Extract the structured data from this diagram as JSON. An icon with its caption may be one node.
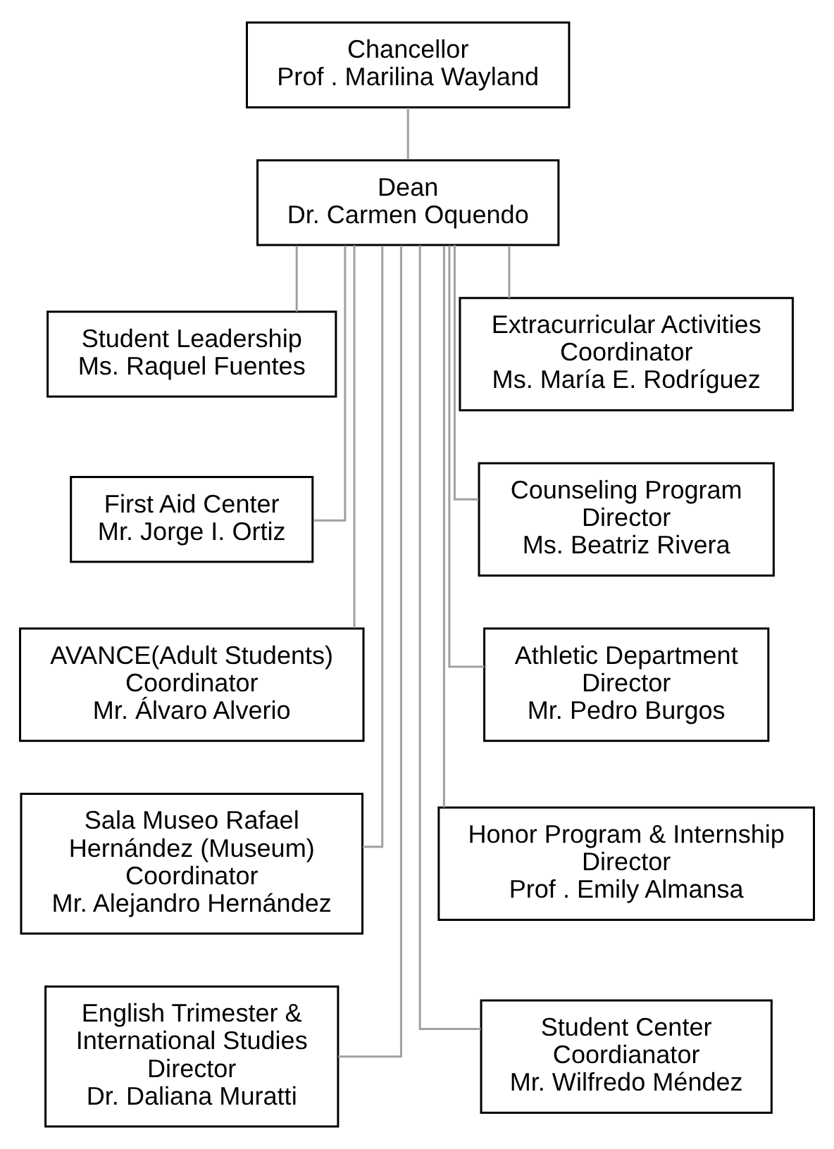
{
  "diagram": {
    "nodes": [
      {
        "text": [
          "Chancellor",
          "Prof . Marilina Wayland"
        ]
      },
      {
        "text": [
          "Dean",
          "Dr. Carmen Oquendo"
        ]
      },
      {
        "text": [
          "Student Leadership",
          "Ms. Raquel Fuentes"
        ]
      },
      {
        "text": [
          "Extracurricular Activities Coordinator",
          "Ms. María E. Rodríguez"
        ]
      },
      {
        "text": [
          "First Aid Center",
          "Mr. Jorge I. Ortiz"
        ]
      },
      {
        "text": [
          "Counseling Program Director",
          "Ms. Beatriz Rivera"
        ]
      },
      {
        "text": [
          "AVANCE(Adult Students) Coordinator",
          "Mr. Álvaro Alverio"
        ]
      },
      {
        "text": [
          "Athletic Department Director",
          "Mr. Pedro Burgos"
        ]
      },
      {
        "text": [
          "Sala Museo Rafael Hernández (Museum) Coordinator",
          "Mr. Alejandro Hernández"
        ]
      },
      {
        "text": [
          "Honor Program & Internship Director",
          "Prof . Emily Almansa"
        ]
      },
      {
        "text": [
          "English Trimester & International Studies Director",
          "Dr. Daliana Muratti"
        ]
      },
      {
        "text": [
          "Student Center Coordianator",
          "Mr. Wilfredo Méndez"
        ]
      }
    ],
    "edges": [
      {
        "from": 0,
        "to": 1,
        "arrow": "none"
      },
      {
        "from": 1,
        "to": 2,
        "arrow": "none"
      },
      {
        "from": 1,
        "to": 3,
        "arrow": "none"
      },
      {
        "from": 1,
        "to": 4,
        "arrow": "none"
      },
      {
        "from": 1,
        "to": 5,
        "arrow": "none"
      },
      {
        "from": 1,
        "to": 6,
        "arrow": "none"
      },
      {
        "from": 1,
        "to": 7,
        "arrow": "none"
      },
      {
        "from": 1,
        "to": 8,
        "arrow": "none"
      },
      {
        "from": 1,
        "to": 9,
        "arrow": "none"
      },
      {
        "from": 1,
        "to": 10,
        "arrow": "none"
      },
      {
        "from": 1,
        "to": 11,
        "arrow": "none"
      }
    ]
  }
}
